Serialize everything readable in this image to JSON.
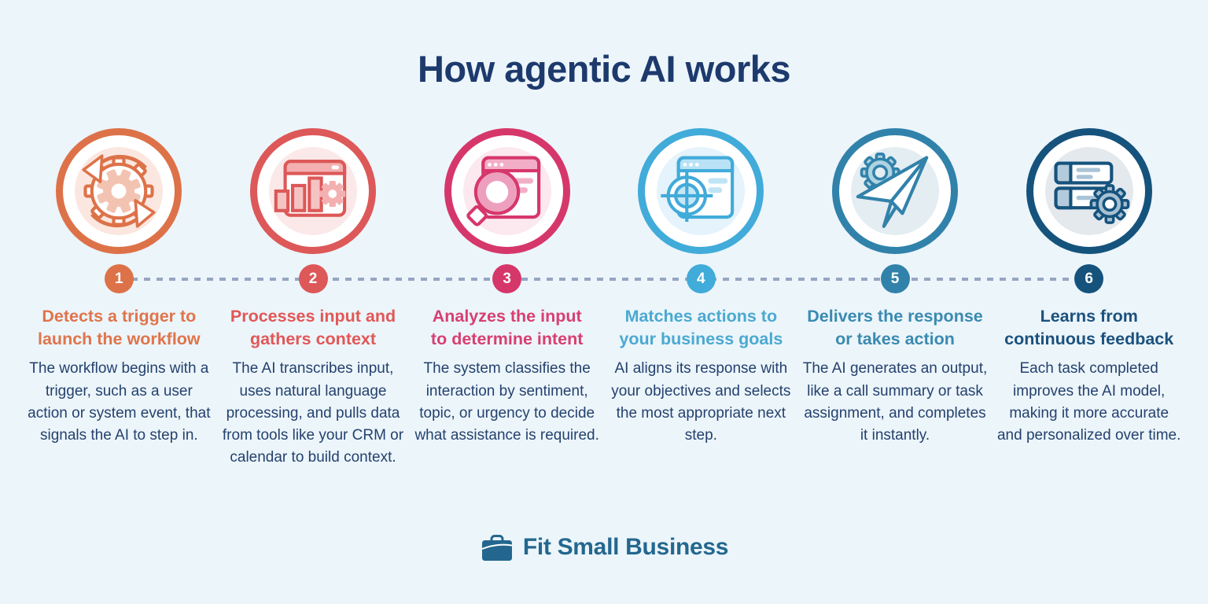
{
  "title": "How agentic AI works",
  "colors": {
    "background": "#ecf5fa",
    "title": "#1d3a6d",
    "body_text": "#24416e",
    "connector": "#97a5c3"
  },
  "steps": [
    {
      "number": "1",
      "icon": "workflow-loop-gear-icon",
      "accent": "#dd7249",
      "tint": "#fbe7e0",
      "heading_color": "#e0744b",
      "title_line1": "Detects a trigger to",
      "title_line2": "launch the workflow",
      "description": "The workflow begins with a trigger, such as a user action or system event, that signals the AI to step in."
    },
    {
      "number": "2",
      "icon": "analytics-window-gear-icon",
      "accent": "#dd5858",
      "tint": "#fbe9e9",
      "heading_color": "#e25757",
      "title_line1": "Processes input and",
      "title_line2": "gathers context",
      "description": "The AI transcribes input, uses natural language processing, and pulls data from tools like your CRM or calendar to build context."
    },
    {
      "number": "3",
      "icon": "search-window-icon",
      "accent": "#d6376b",
      "tint": "#fce8ef",
      "heading_color": "#d83f70",
      "title_line1": "Analyzes the input",
      "title_line2": "to determine intent",
      "description": "The system classifies the interaction by sentiment, topic, or urgency to decide what assistance is required."
    },
    {
      "number": "4",
      "icon": "target-window-icon",
      "accent": "#41abd9",
      "tint": "#e4f3fc",
      "heading_color": "#4aa9d1",
      "title_line1": "Matches actions to",
      "title_line2": "your business goals",
      "description": "AI aligns its response with your objectives and selects the most appropriate next step."
    },
    {
      "number": "5",
      "icon": "gear-paper-plane-icon",
      "accent": "#3182aa",
      "tint": "#e4edf2",
      "heading_color": "#3a8ab1",
      "title_line1": "Delivers the response",
      "title_line2": "or takes action",
      "description": "The AI generates an output, like a call summary or task assignment, and completes it instantly."
    },
    {
      "number": "6",
      "icon": "server-stack-gear-icon",
      "accent": "#15537d",
      "tint": "#e4e9ee",
      "heading_color": "#1b517d",
      "title_line1": "Learns from",
      "title_line2": "continuous feedback",
      "description": "Each task completed improves the AI model, making it more accurate and personalized over time."
    }
  ],
  "footer": {
    "brand": "Fit Small Business",
    "color": "#23678f",
    "icon": "briefcase-icon"
  }
}
